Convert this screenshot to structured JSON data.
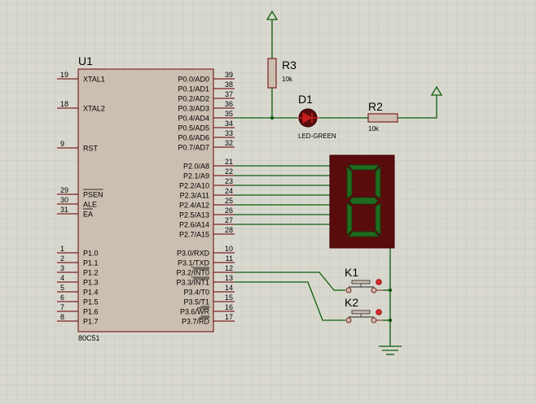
{
  "mcu": {
    "ref": "U1",
    "part": "80C51",
    "left_pins": [
      {
        "num": "19",
        "label": "XTAL1",
        "over": false
      },
      {
        "num": "18",
        "label": "XTAL2",
        "over": false
      },
      {
        "num": "9",
        "label": "RST",
        "over": false
      },
      {
        "num": "29",
        "label": "PSEN",
        "over": true
      },
      {
        "num": "30",
        "label": "ALE",
        "over": false
      },
      {
        "num": "31",
        "label": "EA",
        "over": true
      },
      {
        "num": "1",
        "label": "P1.0",
        "over": false
      },
      {
        "num": "2",
        "label": "P1.1",
        "over": false
      },
      {
        "num": "3",
        "label": "P1.2",
        "over": false
      },
      {
        "num": "4",
        "label": "P1.3",
        "over": false
      },
      {
        "num": "5",
        "label": "P1.4",
        "over": false
      },
      {
        "num": "6",
        "label": "P1.5",
        "over": false
      },
      {
        "num": "7",
        "label": "P1.6",
        "over": false
      },
      {
        "num": "8",
        "label": "P1.7",
        "over": false
      }
    ],
    "right_pins": [
      {
        "num": "39",
        "label": "P0.0/AD0"
      },
      {
        "num": "38",
        "label": "P0.1/AD1"
      },
      {
        "num": "37",
        "label": "P0.2/AD2"
      },
      {
        "num": "36",
        "label": "P0.3/AD3"
      },
      {
        "num": "35",
        "label": "P0.4/AD4"
      },
      {
        "num": "34",
        "label": "P0.5/AD5"
      },
      {
        "num": "33",
        "label": "P0.6/AD6"
      },
      {
        "num": "32",
        "label": "P0.7/AD7"
      },
      {
        "num": "21",
        "label": "P2.0/A8"
      },
      {
        "num": "22",
        "label": "P2.1/A9"
      },
      {
        "num": "23",
        "label": "P2.2/A10"
      },
      {
        "num": "24",
        "label": "P2.3/A11"
      },
      {
        "num": "25",
        "label": "P2.4/A12"
      },
      {
        "num": "26",
        "label": "P2.5/A13"
      },
      {
        "num": "27",
        "label": "P2.6/A14"
      },
      {
        "num": "28",
        "label": "P2.7/A15"
      },
      {
        "num": "10",
        "label": "P3.0/RXD",
        "prefix": "P3.0/",
        "bar": "",
        "suffix": "RXD"
      },
      {
        "num": "11",
        "label": "P3.1/TXD",
        "prefix": "P3.1/",
        "bar": "",
        "suffix": "TXD"
      },
      {
        "num": "12",
        "label": "P3.2/INT0",
        "prefix": "P3.2/",
        "bar": "INT0",
        "suffix": ""
      },
      {
        "num": "13",
        "label": "P3.3/INT1",
        "prefix": "P3.3/",
        "bar": "INT1",
        "suffix": ""
      },
      {
        "num": "14",
        "label": "P3.4/T0",
        "prefix": "P3.4/",
        "bar": "",
        "suffix": "T0"
      },
      {
        "num": "15",
        "label": "P3.5/T1",
        "prefix": "P3.5/",
        "bar": "",
        "suffix": "T1"
      },
      {
        "num": "16",
        "label": "P3.6/WR",
        "prefix": "P3.6/",
        "bar": "WR",
        "suffix": ""
      },
      {
        "num": "17",
        "label": "P3.7/RD",
        "prefix": "P3.7/",
        "bar": "RD",
        "suffix": ""
      }
    ]
  },
  "r3": {
    "ref": "R3",
    "value": "10k"
  },
  "r2": {
    "ref": "R2",
    "value": "10k"
  },
  "d1": {
    "ref": "D1",
    "value": "LED-GREEN"
  },
  "k1": {
    "ref": "K1"
  },
  "k2": {
    "ref": "K2"
  },
  "colors": {
    "background": "#d9d8cf",
    "grid": "#c4c3b8",
    "wire": "#0b5e0b",
    "body_fill": "#cbbfb1",
    "body_stroke": "#7a2323",
    "pin_stroke": "#7a2323",
    "display_bg": "#5a0c0c",
    "segment": "#1f6b1f",
    "resistor_fill": "#cbbfb1",
    "led_red": "#c81e1e",
    "switch_red": "#d42a2a"
  }
}
